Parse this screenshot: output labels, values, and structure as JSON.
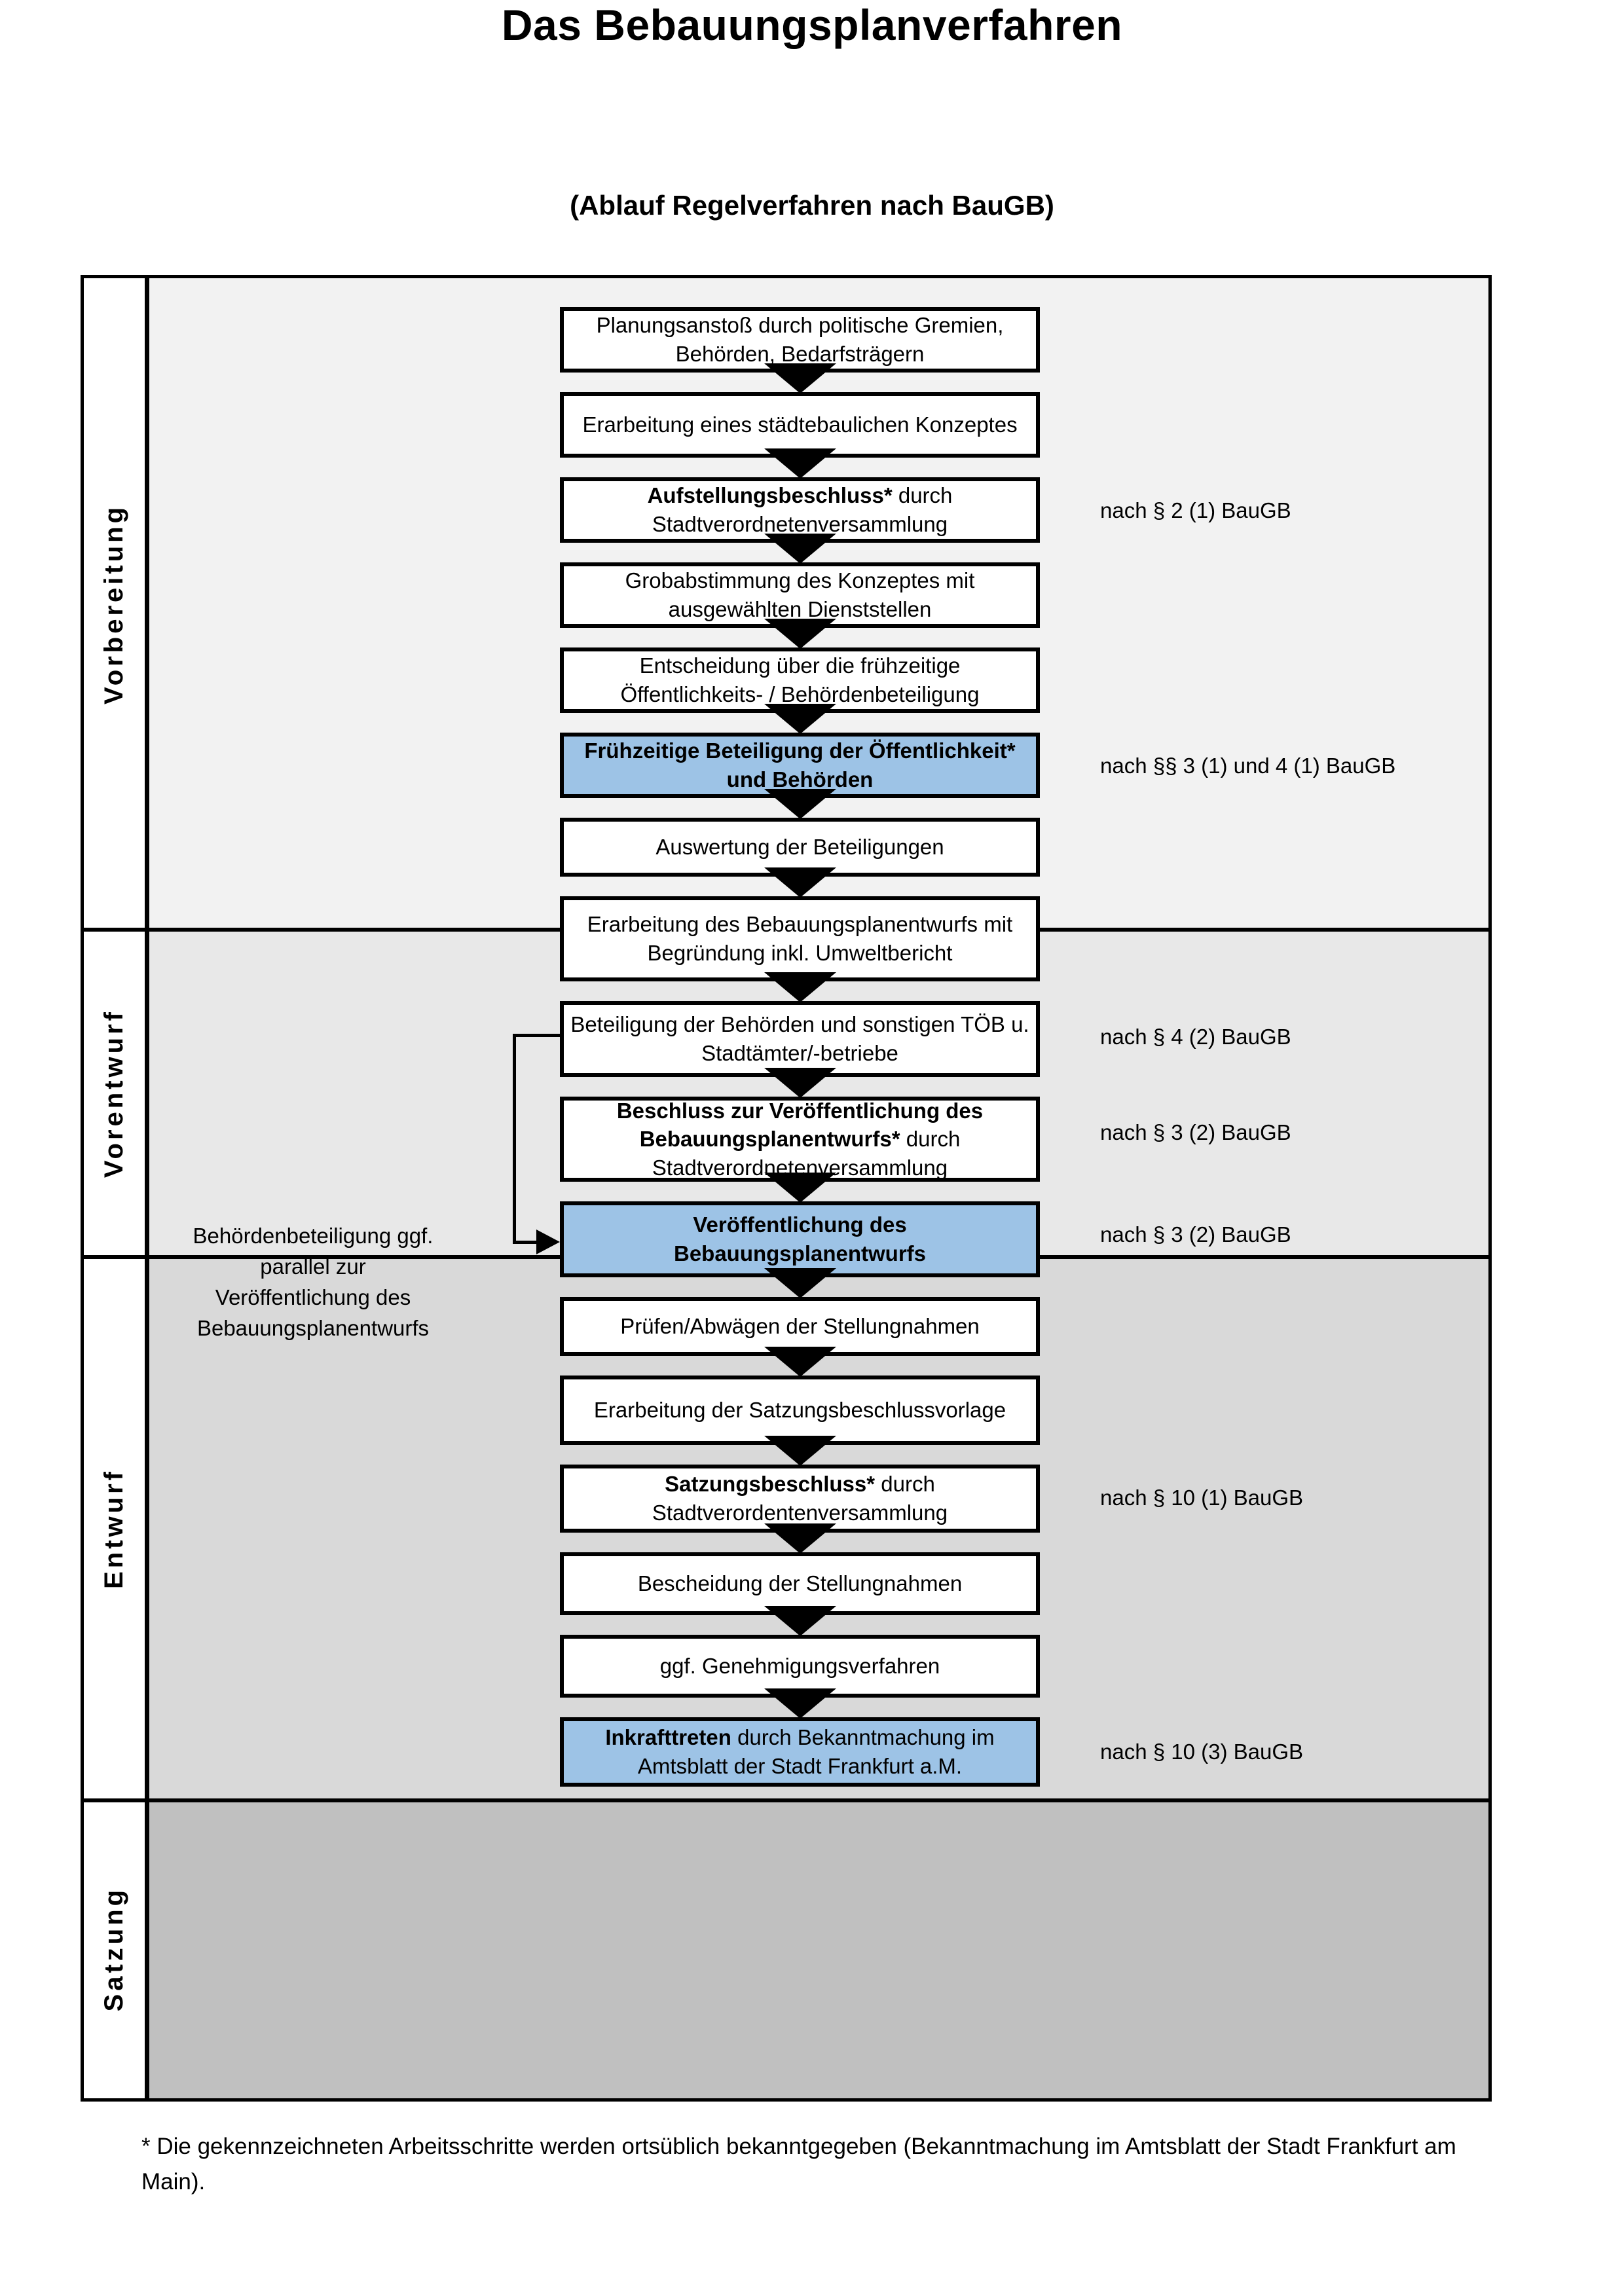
{
  "header": {
    "title": "Das Bebauungsplanverfahren",
    "subtitle": "(Ablauf Regelverfahren nach BauGB)"
  },
  "phases": [
    {
      "id": "vorbereitung",
      "label": "Vorbereitung",
      "bg": "#F2F2F2"
    },
    {
      "id": "vorentwurf",
      "label": "Vorentwurf",
      "bg": "#E8E8E8"
    },
    {
      "id": "entwurf",
      "label": "Entwurf",
      "bg": "#D9D9D9"
    },
    {
      "id": "satzung",
      "label": "Satzung",
      "bg": "#C0C0C0"
    }
  ],
  "steps": [
    {
      "n": 1,
      "phase": "vorbereitung",
      "bold": "",
      "text": "Planungsanstoß durch politische Gremien, Behörden, Bedarfsträgern",
      "highlight": false
    },
    {
      "n": 2,
      "phase": "vorbereitung",
      "bold": "",
      "text": "Erarbeitung eines städtebaulichen Konzeptes",
      "highlight": false
    },
    {
      "n": 3,
      "phase": "vorbereitung",
      "bold": "Aufstellungsbeschluss*",
      "text": " durch Stadtverordnetenversammlung",
      "highlight": false
    },
    {
      "n": 4,
      "phase": "vorentwurf",
      "bold": "",
      "text": "Grobabstimmung des Konzeptes mit ausgewählten Dienststellen",
      "highlight": false
    },
    {
      "n": 5,
      "phase": "vorentwurf",
      "bold": "",
      "text": "Entscheidung über die frühzeitige Öffentlichkeits- / Behördenbeteiligung",
      "highlight": false
    },
    {
      "n": 6,
      "phase": "vorentwurf",
      "bold": "Frühzeitige Beteiligung der Öffentlichkeit* und Behörden",
      "text": "",
      "highlight": true
    },
    {
      "n": 7,
      "phase": "entwurf",
      "bold": "",
      "text": "Auswertung der Beteiligungen",
      "highlight": false
    },
    {
      "n": 8,
      "phase": "entwurf",
      "bold": "",
      "text": "Erarbeitung des Bebauungsplanentwurfs mit Begründung inkl. Umweltbericht",
      "highlight": false
    },
    {
      "n": 9,
      "phase": "entwurf",
      "bold": "",
      "text": "Beteiligung der Behörden und sonstigen TÖB u. Stadtämter/-betriebe",
      "highlight": false
    },
    {
      "n": 10,
      "phase": "entwurf",
      "bold": "Beschluss zur Veröffentlichung des Bebauungsplanentwurfs*",
      "text": " durch Stadtverordnetenversammlung",
      "highlight": false
    },
    {
      "n": 11,
      "phase": "entwurf",
      "bold": "Veröffentlichung des Bebauungsplanentwurfs",
      "text": "",
      "highlight": true
    },
    {
      "n": 12,
      "phase": "satzung",
      "bold": "",
      "text": "Prüfen/Abwägen der Stellungnahmen",
      "highlight": false
    },
    {
      "n": 13,
      "phase": "satzung",
      "bold": "",
      "text": "Erarbeitung der Satzungsbeschlussvorlage",
      "highlight": false
    },
    {
      "n": 14,
      "phase": "satzung",
      "bold": "Satzungsbeschluss*",
      "text": " durch Stadtverordentenversammlung",
      "highlight": false
    },
    {
      "n": 15,
      "phase": "satzung",
      "bold": "",
      "text": "Bescheidung der Stellungnahmen",
      "highlight": false
    },
    {
      "n": 16,
      "phase": "satzung",
      "bold": "",
      "text": "ggf. Genehmigungsverfahren",
      "highlight": false
    },
    {
      "n": 17,
      "phase": "satzung",
      "bold": "Inkrafttreten",
      "text": " durch Bekanntmachung im Amtsblatt der Stadt Frankfurt a.M.",
      "highlight": true
    }
  ],
  "legal_refs": [
    {
      "id": "ref1",
      "text": "nach § 2 (1) BauGB"
    },
    {
      "id": "ref2",
      "text": "nach §§ 3 (1) und 4 (1) BauGB"
    },
    {
      "id": "ref3",
      "text": "nach § 4 (2) BauGB"
    },
    {
      "id": "ref4",
      "text": "nach § 3 (2) BauGB"
    },
    {
      "id": "ref5",
      "text": "nach § 3 (2) BauGB"
    },
    {
      "id": "ref6",
      "text": "nach § 10 (1) BauGB"
    },
    {
      "id": "ref7",
      "text": "nach § 10 (3) BauGB"
    }
  ],
  "side_note": {
    "text": "Behördenbeteiligung ggf. parallel zur Veröffentlichung des Bebauungsplanentwurfs"
  },
  "footnote": {
    "text": "* Die gekennzeichneten Arbeitsschritte werden ortsüblich bekanntgegeben (Bekanntmachung im Amtsblatt  der Stadt Frankfurt am Main)."
  },
  "colors": {
    "highlight_fill": "#9DC3E6",
    "border": "#000000",
    "band_vorbereitung": "#F2F2F2",
    "band_vorentwurf": "#E8E8E8",
    "band_entwurf": "#D9D9D9",
    "band_satzung": "#C0C0C0"
  }
}
